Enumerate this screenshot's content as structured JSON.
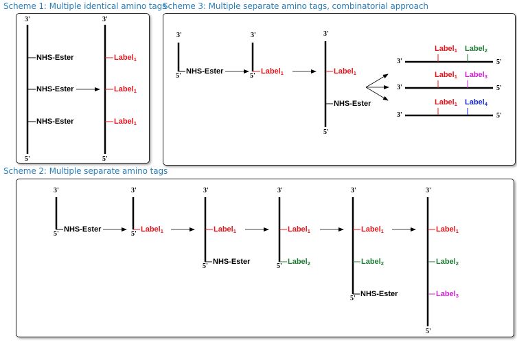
{
  "titles": {
    "scheme1": "Scheme 1: Multiple identical amino tags",
    "scheme2": "Scheme 2: Multiple separate amino tags",
    "scheme3": "Scheme 3: Multiple separate amino tags, combinatorial approach"
  },
  "strand_ends": {
    "three_prime": "3'",
    "five_prime": "5'"
  },
  "reagent_label": "NHS-Ester",
  "labels": {
    "label1": {
      "text": "Label",
      "sub": "1",
      "color": "#e8141b"
    },
    "label2": {
      "text": "Label",
      "sub": "2",
      "color": "#1e7b34"
    },
    "label3": {
      "text": "Label",
      "sub": "3",
      "color": "#d11fd4"
    },
    "label4": {
      "text": "Label",
      "sub": "4",
      "color": "#1a2bd6"
    }
  }
}
